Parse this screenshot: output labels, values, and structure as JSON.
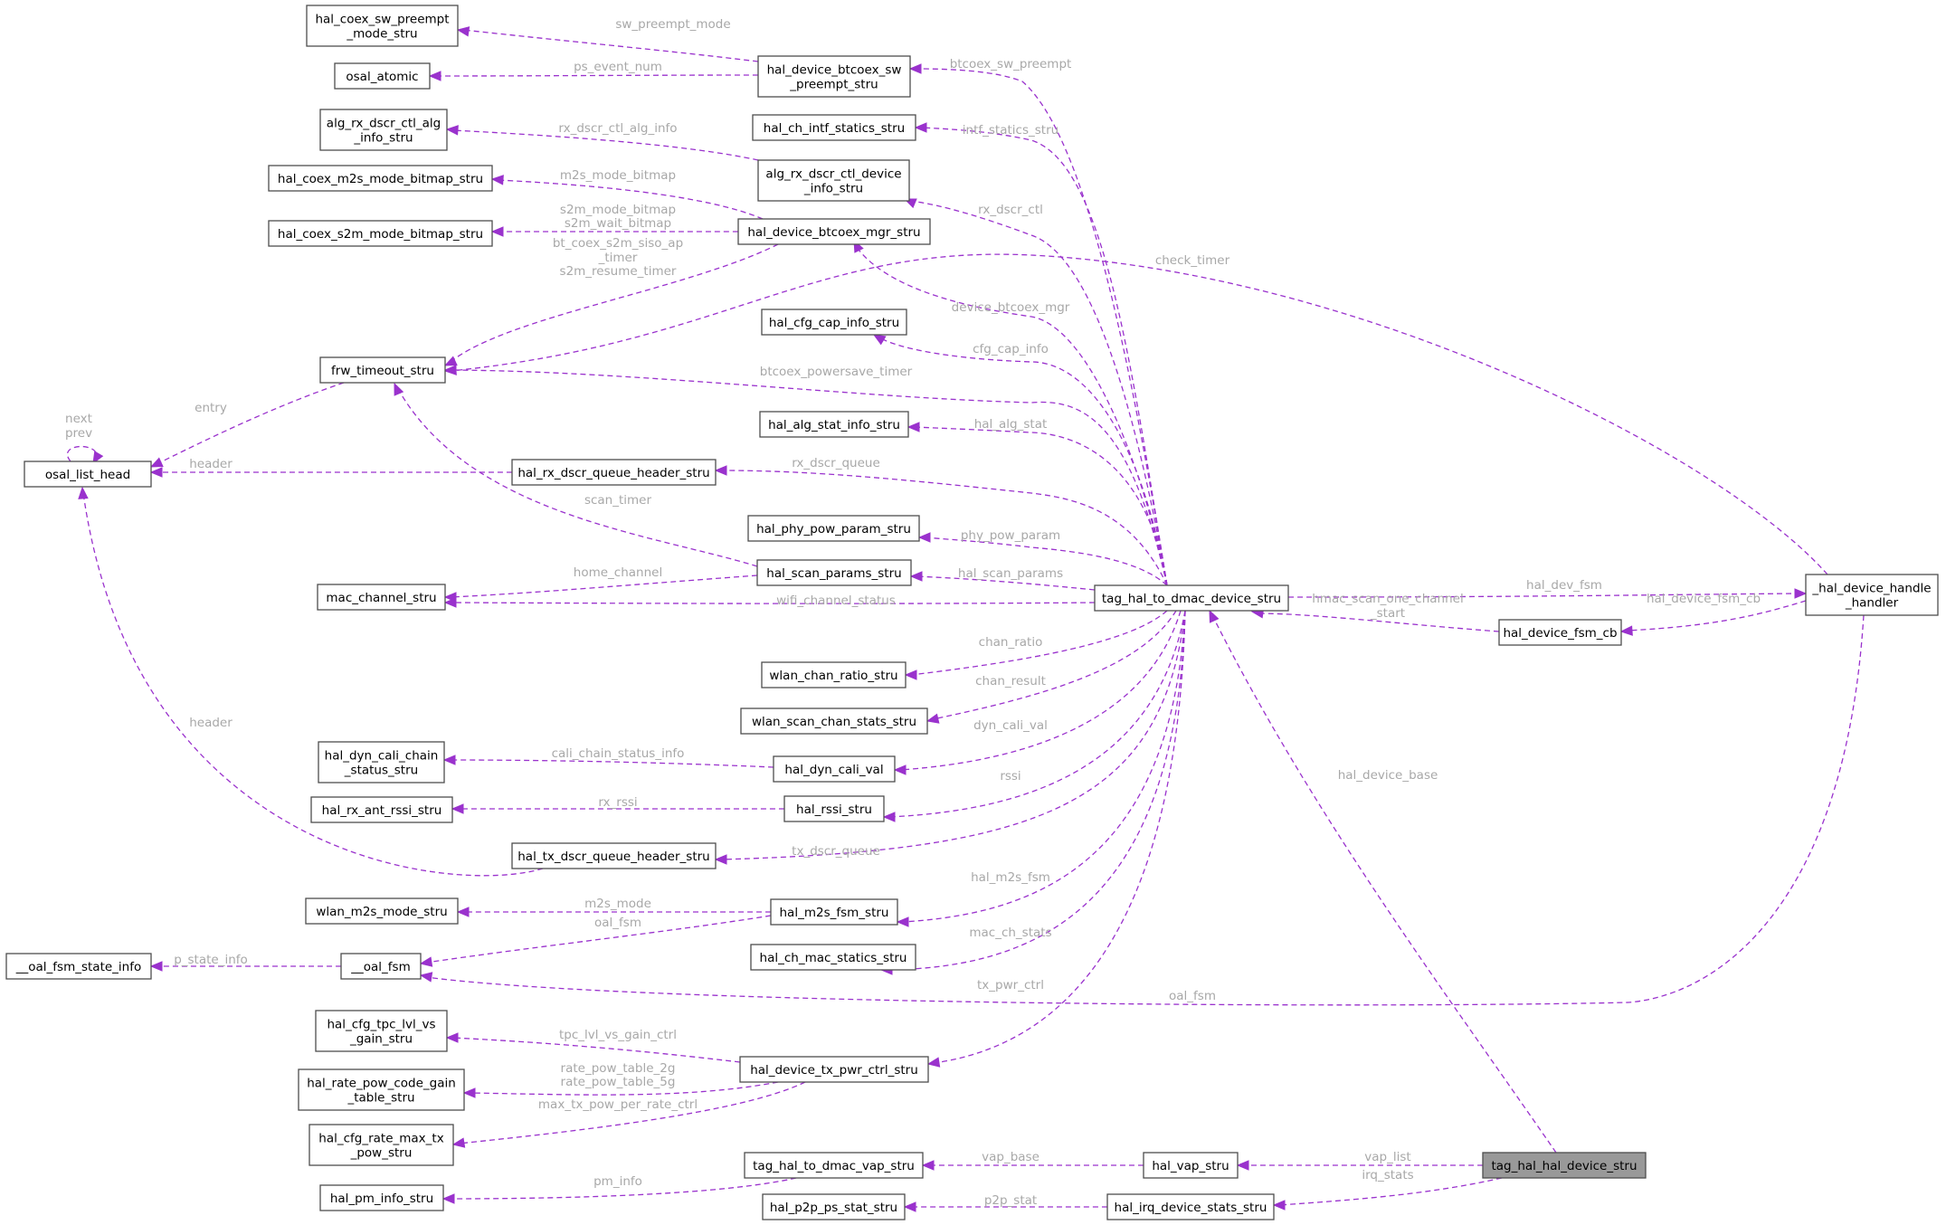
{
  "colors": {
    "edge": "#9a32cd",
    "node_border": "#4d4d4d",
    "highlight_fill": "#999999",
    "edge_label": "#a8a8a8"
  },
  "nodes": [
    {
      "id": "n1",
      "lines": [
        "hal_coex_sw_preempt",
        "_mode_stru"
      ]
    },
    {
      "id": "n2",
      "lines": [
        "osal_atomic"
      ]
    },
    {
      "id": "n3",
      "lines": [
        "alg_rx_dscr_ctl_alg",
        "_info_stru"
      ]
    },
    {
      "id": "n4",
      "lines": [
        "hal_coex_m2s_mode_bitmap_stru"
      ]
    },
    {
      "id": "n5",
      "lines": [
        "hal_coex_s2m_mode_bitmap_stru"
      ]
    },
    {
      "id": "n6",
      "lines": [
        "frw_timeout_stru"
      ]
    },
    {
      "id": "n7",
      "lines": [
        "osal_list_head"
      ]
    },
    {
      "id": "n8",
      "lines": [
        "mac_channel_stru"
      ]
    },
    {
      "id": "n9",
      "lines": [
        "hal_dyn_cali_chain",
        "_status_stru"
      ]
    },
    {
      "id": "n10",
      "lines": [
        "hal_rx_ant_rssi_stru"
      ]
    },
    {
      "id": "n11",
      "lines": [
        "wlan_m2s_mode_stru"
      ]
    },
    {
      "id": "n12",
      "lines": [
        "__oal_fsm_state_info"
      ]
    },
    {
      "id": "n13",
      "lines": [
        "__oal_fsm"
      ]
    },
    {
      "id": "n14",
      "lines": [
        "hal_cfg_tpc_lvl_vs",
        "_gain_stru"
      ]
    },
    {
      "id": "n15",
      "lines": [
        "hal_rate_pow_code_gain",
        "_table_stru"
      ]
    },
    {
      "id": "n16",
      "lines": [
        "hal_cfg_rate_max_tx",
        "_pow_stru"
      ]
    },
    {
      "id": "n17",
      "lines": [
        "hal_pm_info_stru"
      ]
    },
    {
      "id": "n18",
      "lines": [
        "hal_device_btcoex_sw",
        "_preempt_stru"
      ]
    },
    {
      "id": "n19",
      "lines": [
        "hal_ch_intf_statics_stru"
      ]
    },
    {
      "id": "n20",
      "lines": [
        "alg_rx_dscr_ctl_device",
        "_info_stru"
      ]
    },
    {
      "id": "n21",
      "lines": [
        "hal_device_btcoex_mgr_stru"
      ]
    },
    {
      "id": "n22",
      "lines": [
        "hal_cfg_cap_info_stru"
      ]
    },
    {
      "id": "n23",
      "lines": [
        "hal_alg_stat_info_stru"
      ]
    },
    {
      "id": "n24",
      "lines": [
        "hal_rx_dscr_queue_header_stru"
      ]
    },
    {
      "id": "n25",
      "lines": [
        "hal_phy_pow_param_stru"
      ]
    },
    {
      "id": "n26",
      "lines": [
        "hal_scan_params_stru"
      ]
    },
    {
      "id": "n27",
      "lines": [
        "wlan_chan_ratio_stru"
      ]
    },
    {
      "id": "n28",
      "lines": [
        "wlan_scan_chan_stats_stru"
      ]
    },
    {
      "id": "n29",
      "lines": [
        "hal_dyn_cali_val"
      ]
    },
    {
      "id": "n30",
      "lines": [
        "hal_rssi_stru"
      ]
    },
    {
      "id": "n31",
      "lines": [
        "hal_tx_dscr_queue_header_stru"
      ]
    },
    {
      "id": "n32",
      "lines": [
        "hal_m2s_fsm_stru"
      ]
    },
    {
      "id": "n33",
      "lines": [
        "hal_ch_mac_statics_stru"
      ]
    },
    {
      "id": "n34",
      "lines": [
        "hal_device_tx_pwr_ctrl_stru"
      ]
    },
    {
      "id": "n35",
      "lines": [
        "tag_hal_to_dmac_vap_stru"
      ]
    },
    {
      "id": "n36",
      "lines": [
        "hal_p2p_ps_stat_stru"
      ]
    },
    {
      "id": "n37",
      "lines": [
        "tag_hal_to_dmac_device_stru"
      ]
    },
    {
      "id": "n38",
      "lines": [
        "hal_vap_stru"
      ]
    },
    {
      "id": "n39",
      "lines": [
        "hal_irq_device_stats_stru"
      ]
    },
    {
      "id": "n40",
      "lines": [
        "_hal_device_handle",
        "_handler"
      ]
    },
    {
      "id": "n41",
      "lines": [
        "hal_device_fsm_cb"
      ]
    },
    {
      "id": "n42",
      "lines": [
        "tag_hal_hal_device_stru"
      ]
    }
  ],
  "edges": [
    {
      "id": "e1",
      "lines": [
        "sw_preempt_mode"
      ]
    },
    {
      "id": "e2",
      "lines": [
        "ps_event_num"
      ]
    },
    {
      "id": "e3",
      "lines": [
        "rx_dscr_ctl_alg_info"
      ]
    },
    {
      "id": "e4",
      "lines": [
        "m2s_mode_bitmap"
      ]
    },
    {
      "id": "e5",
      "lines": [
        "s2m_mode_bitmap",
        "s2m_wait_bitmap"
      ]
    },
    {
      "id": "e6",
      "lines": [
        "bt_coex_s2m_siso_ap",
        "_timer",
        "s2m_resume_timer"
      ]
    },
    {
      "id": "e7",
      "lines": [
        "entry"
      ]
    },
    {
      "id": "e8",
      "lines": [
        "next",
        "prev"
      ]
    },
    {
      "id": "e9",
      "lines": [
        "header"
      ]
    },
    {
      "id": "e10",
      "lines": [
        "scan_timer"
      ]
    },
    {
      "id": "e11",
      "lines": [
        "home_channel"
      ]
    },
    {
      "id": "e12",
      "lines": [
        "wifi_channel_status"
      ]
    },
    {
      "id": "e13",
      "lines": [
        "header"
      ]
    },
    {
      "id": "e14",
      "lines": [
        "cali_chain_status_info"
      ]
    },
    {
      "id": "e15",
      "lines": [
        "rx_rssi"
      ]
    },
    {
      "id": "e16",
      "lines": [
        "m2s_mode"
      ]
    },
    {
      "id": "e17",
      "lines": [
        "oal_fsm"
      ]
    },
    {
      "id": "e18",
      "lines": [
        "p_state_info"
      ]
    },
    {
      "id": "e19",
      "lines": [
        "tpc_lvl_vs_gain_ctrl"
      ]
    },
    {
      "id": "e20",
      "lines": [
        "rate_pow_table_2g",
        "rate_pow_table_5g"
      ]
    },
    {
      "id": "e21",
      "lines": [
        "max_tx_pow_per_rate_ctrl"
      ]
    },
    {
      "id": "e22",
      "lines": [
        "pm_info"
      ]
    },
    {
      "id": "e23",
      "lines": [
        "btcoex_sw_preempt"
      ]
    },
    {
      "id": "e24",
      "lines": [
        "intf_statics_stru"
      ]
    },
    {
      "id": "e25",
      "lines": [
        "rx_dscr_ctl"
      ]
    },
    {
      "id": "e26",
      "lines": [
        "device_btcoex_mgr"
      ]
    },
    {
      "id": "e27",
      "lines": [
        "cfg_cap_info"
      ]
    },
    {
      "id": "e28",
      "lines": [
        "btcoex_powersave_timer"
      ]
    },
    {
      "id": "e29",
      "lines": [
        "hal_alg_stat"
      ]
    },
    {
      "id": "e30",
      "lines": [
        "rx_dscr_queue"
      ]
    },
    {
      "id": "e31",
      "lines": [
        "phy_pow_param"
      ]
    },
    {
      "id": "e32",
      "lines": [
        "hal_scan_params"
      ]
    },
    {
      "id": "e33",
      "lines": [
        "chan_ratio"
      ]
    },
    {
      "id": "e34",
      "lines": [
        "chan_result"
      ]
    },
    {
      "id": "e35",
      "lines": [
        "dyn_cali_val"
      ]
    },
    {
      "id": "e36",
      "lines": [
        "rssi"
      ]
    },
    {
      "id": "e37",
      "lines": [
        "tx_dscr_queue"
      ]
    },
    {
      "id": "e38",
      "lines": [
        "hal_m2s_fsm"
      ]
    },
    {
      "id": "e39",
      "lines": [
        "mac_ch_stats"
      ]
    },
    {
      "id": "e40",
      "lines": [
        "tx_pwr_ctrl"
      ]
    },
    {
      "id": "e41",
      "lines": [
        "check_timer"
      ]
    },
    {
      "id": "e42",
      "lines": [
        "oal_fsm"
      ]
    },
    {
      "id": "e43",
      "lines": [
        "hal_dev_fsm"
      ]
    },
    {
      "id": "e44",
      "lines": [
        "hal_device_fsm_cb"
      ]
    },
    {
      "id": "e45",
      "lines": [
        "hmac_scan_one_channel",
        "_start"
      ]
    },
    {
      "id": "e46",
      "lines": [
        "hal_device_base"
      ]
    },
    {
      "id": "e47",
      "lines": [
        "vap_list"
      ]
    },
    {
      "id": "e48",
      "lines": [
        "irq_stats"
      ]
    },
    {
      "id": "e49",
      "lines": [
        "vap_base"
      ]
    },
    {
      "id": "e50",
      "lines": [
        "p2p_stat"
      ]
    }
  ]
}
